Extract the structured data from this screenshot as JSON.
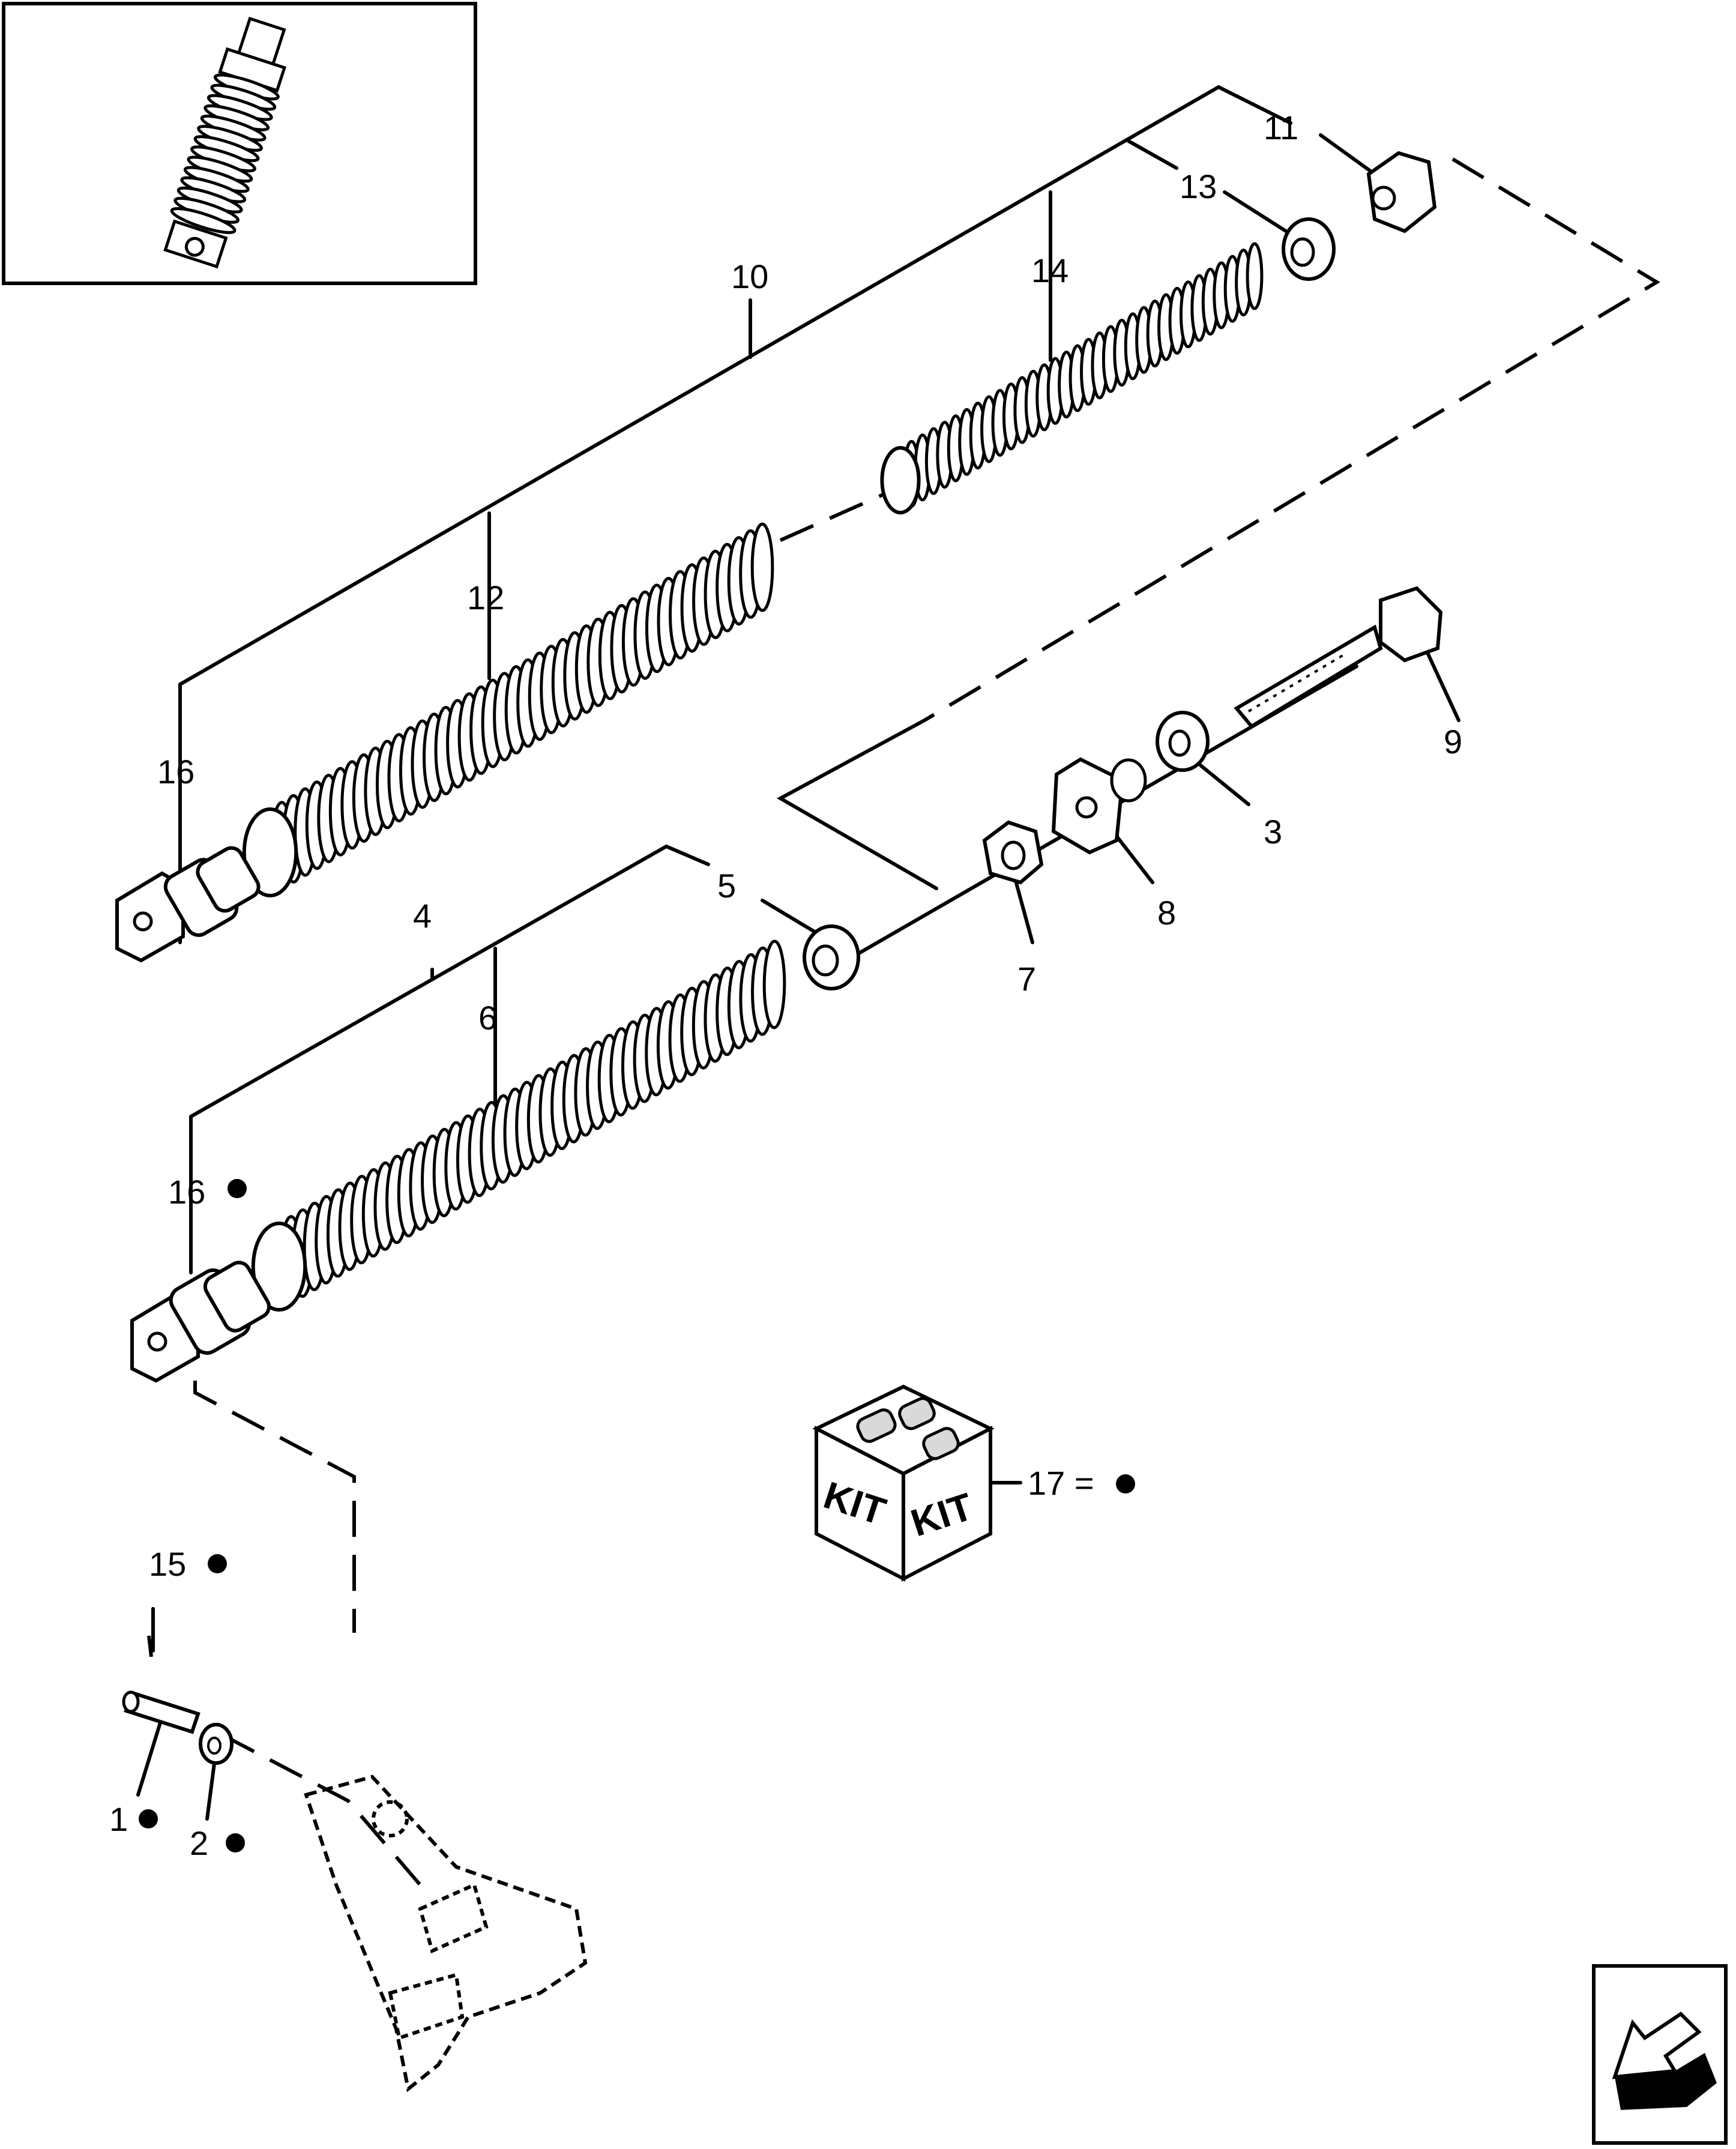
{
  "colors": {
    "ink": "#000000",
    "paper": "#ffffff",
    "shade": "#d9d9d9"
  },
  "callouts": [
    {
      "id": "c10",
      "text": "10"
    },
    {
      "id": "c11",
      "text": "11"
    },
    {
      "id": "c13",
      "text": "13"
    },
    {
      "id": "c14",
      "text": "14"
    },
    {
      "id": "c12",
      "text": "12"
    },
    {
      "id": "c16a",
      "text": "16"
    },
    {
      "id": "c9",
      "text": "9"
    },
    {
      "id": "c3",
      "text": "3"
    },
    {
      "id": "c8",
      "text": "8"
    },
    {
      "id": "c7",
      "text": "7"
    },
    {
      "id": "c4",
      "text": "4"
    },
    {
      "id": "c5",
      "text": "5"
    },
    {
      "id": "c6",
      "text": "6"
    },
    {
      "id": "c16b",
      "text": "16"
    },
    {
      "id": "c15",
      "text": "15"
    },
    {
      "id": "c1",
      "text": "1"
    },
    {
      "id": "c2",
      "text": "2"
    },
    {
      "id": "c17",
      "text": "17 ="
    }
  ],
  "kit": {
    "label_left": "KIT",
    "label_right": "KIT"
  },
  "icons": {
    "thumbnail": "shock-absorber-thumbnail-icon",
    "navigation": "next-page-arrow-icon",
    "kit": "kit-box-icon"
  }
}
